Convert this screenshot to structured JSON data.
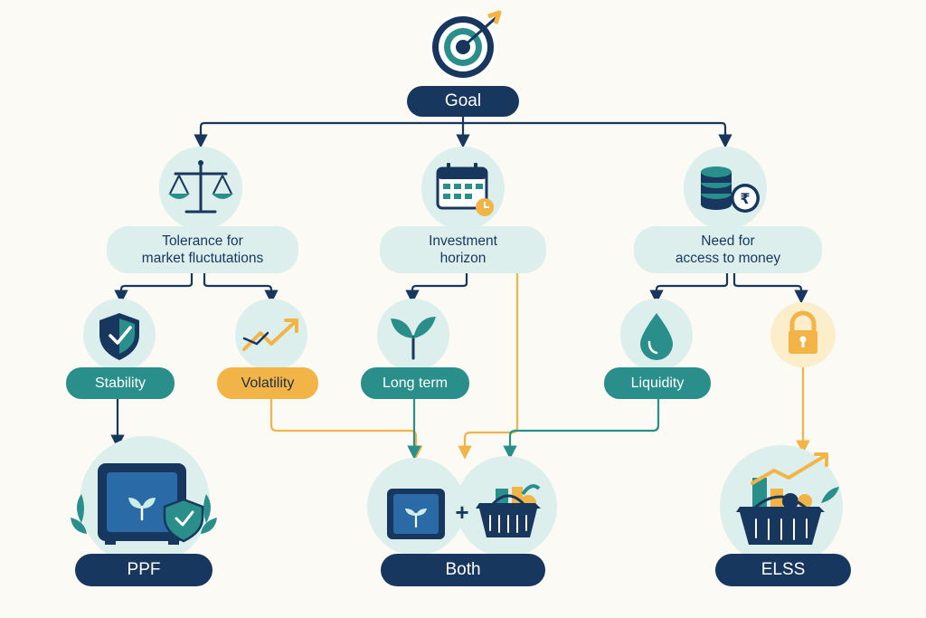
{
  "colors": {
    "navy": "#17375e",
    "teal": "#2a8f8a",
    "amber": "#f2b446",
    "light": "#dcefec",
    "background": "#fbfaf4"
  },
  "nodes": {
    "goal": {
      "label": "Goal",
      "icon": "target-icon"
    },
    "tolerance": {
      "label": "Tolerance for\nmarket fluctutations",
      "icon": "scales-icon"
    },
    "horizon": {
      "label": "Investment\nhorizon",
      "icon": "calendar-icon"
    },
    "access": {
      "label": "Need for\naccess to money",
      "icon": "coins-rupee-icon"
    },
    "stability": {
      "label": "Stability",
      "icon": "shield-check-icon"
    },
    "volatility": {
      "label": "Volatility",
      "icon": "trend-up-icon"
    },
    "longterm": {
      "label": "Long term",
      "icon": "sprout-icon"
    },
    "liquidity": {
      "label": "Liquidity",
      "icon": "water-drop-icon"
    },
    "lock": {
      "icon": "padlock-icon"
    },
    "ppf": {
      "label": "PPF",
      "icon": "safe-shield-icon"
    },
    "both": {
      "label": "Both",
      "icon": "safe-plus-basket-icon",
      "plus": "+"
    },
    "elss": {
      "label": "ELSS",
      "icon": "basket-growth-icon"
    }
  },
  "rupee_symbol": "₹"
}
